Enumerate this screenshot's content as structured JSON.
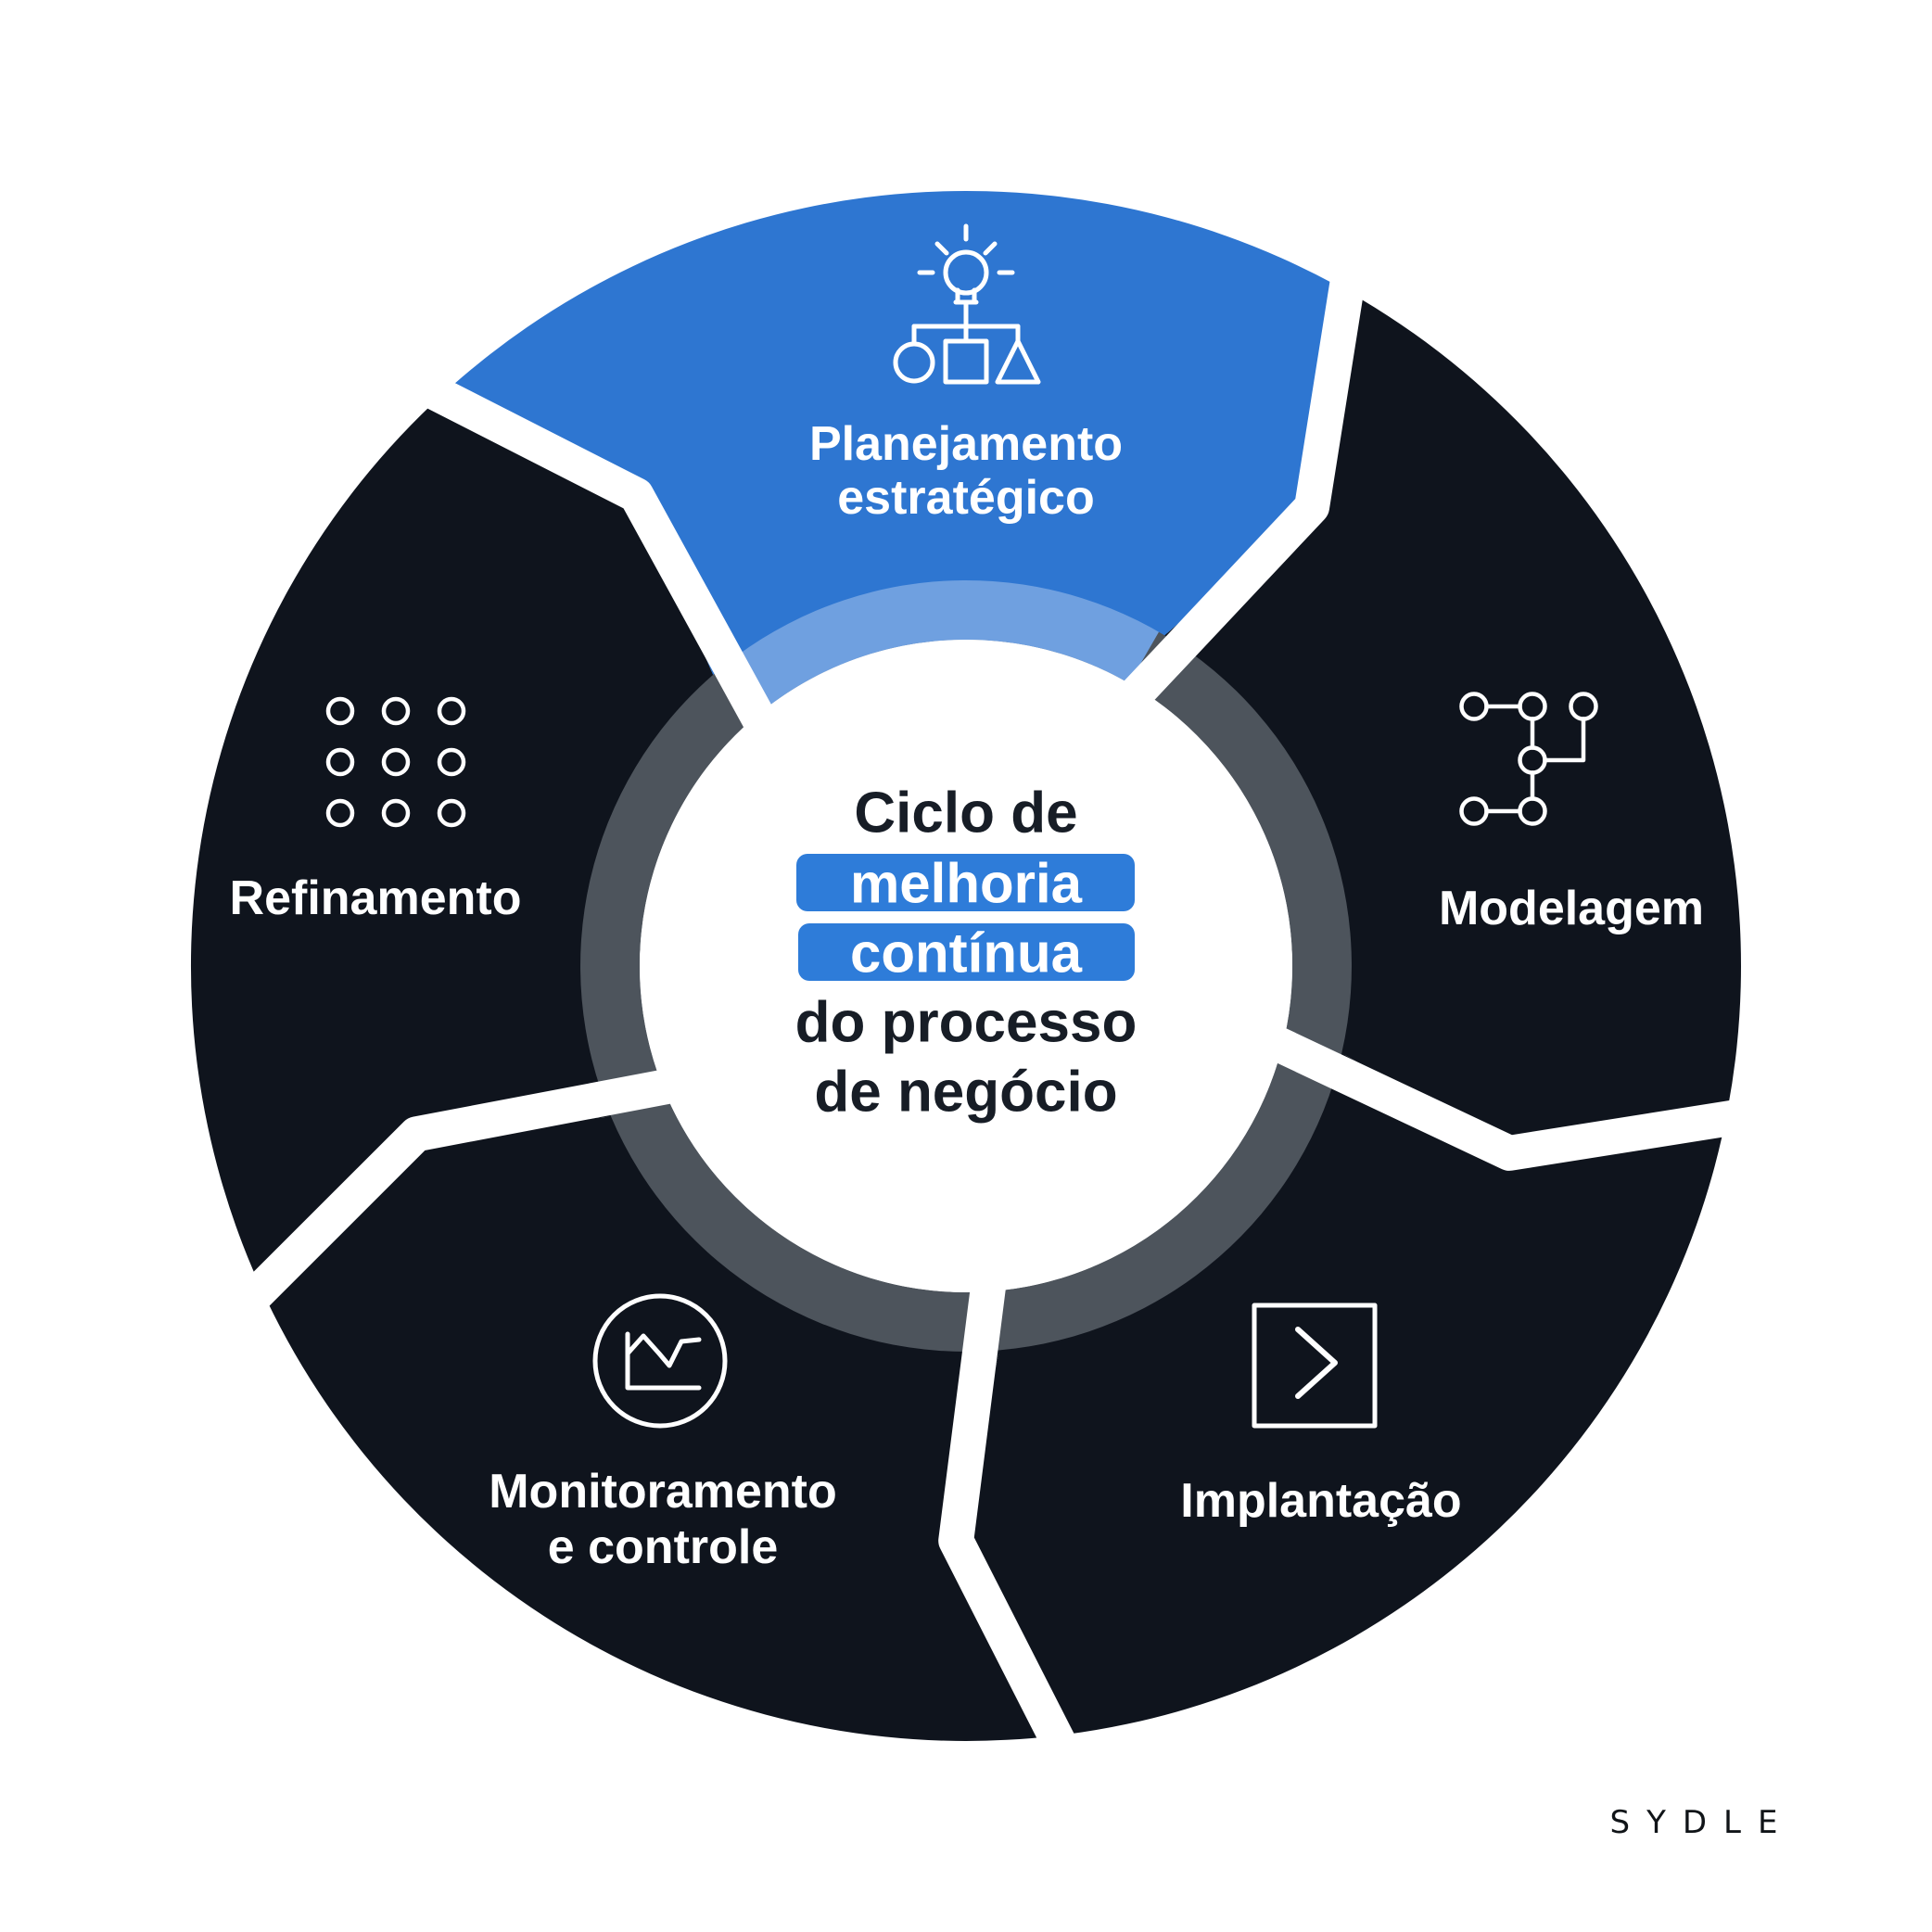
{
  "diagram": {
    "center": {
      "line1": "Ciclo de",
      "highlight1": "melhoria",
      "highlight2": "contínua",
      "line2": "do processo",
      "line3": "de negócio"
    },
    "segments": [
      {
        "id": "planejamento",
        "label_line1": "Planejamento",
        "label_line2": "estratégico",
        "icon": "lightbulb-orgchart-icon"
      },
      {
        "id": "modelagem",
        "label": "Modelagem",
        "icon": "flow-nodes-icon"
      },
      {
        "id": "implantacao",
        "label": "Implantação",
        "icon": "play-square-icon"
      },
      {
        "id": "monitoramento",
        "label_line1": "Monitoramento",
        "label_line2": "e controle",
        "icon": "line-chart-circle-icon"
      },
      {
        "id": "refinamento",
        "label": "Refinamento",
        "icon": "dots-grid-icon"
      }
    ]
  },
  "colors": {
    "background": "#FFFFFF",
    "segment_dark": "#0F141D",
    "segment_blue": "#2E76D1",
    "inner_arc_blue": "#6FA0E0",
    "inner_ring_gray": "#4D545C",
    "badge_blue": "#2E7CD9",
    "center_text": "#171D26",
    "icon_white": "#FFFFFF"
  },
  "brand": {
    "logo_text": "SYDLE"
  }
}
